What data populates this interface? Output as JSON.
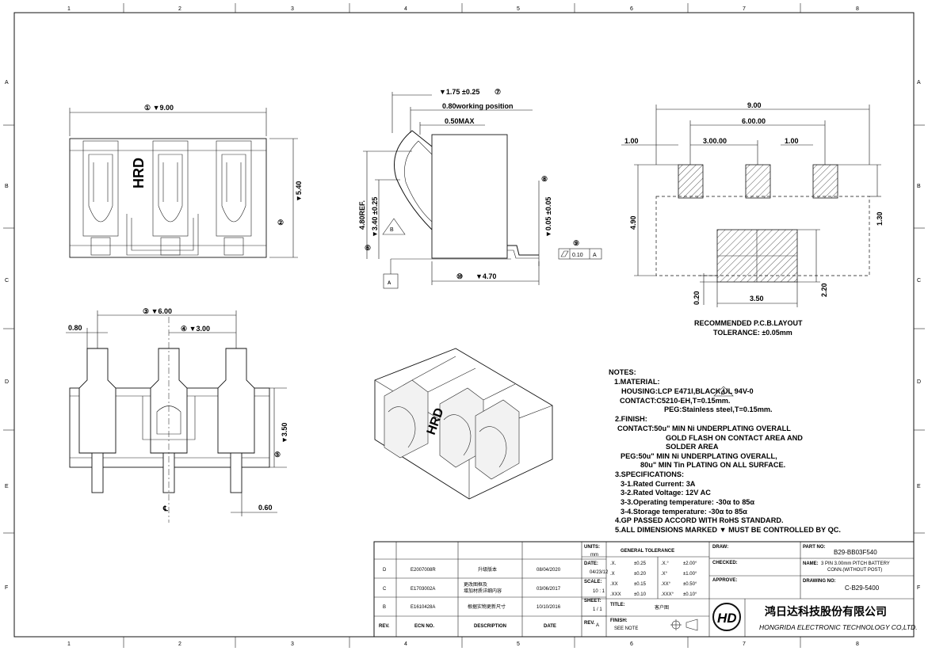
{
  "grid": {
    "columns": [
      "1",
      "2",
      "3",
      "4",
      "5",
      "6",
      "7",
      "8"
    ],
    "rows": [
      "A",
      "B",
      "C",
      "D",
      "E",
      "F"
    ]
  },
  "dims": {
    "front": {
      "width": "① ▼9.00",
      "height": "▼5.40",
      "height_tag": "②"
    },
    "side": {
      "d1": "▼1.75 ±0.25",
      "d1_tag": "⑦",
      "d2": "0.80working position",
      "d3": "0.50MAX",
      "d4": "4.80REF.",
      "d5": "▼3.40 ±0.25",
      "d5_tag": "⑥",
      "d6": "▼0.05 ±0.05",
      "d6_tag": "⑧",
      "d7": "▼4.70",
      "d7_tag": "⑩",
      "flat": "0.10",
      "flat_ref": "A",
      "flat_tag": "⑨",
      "datum": "A",
      "note_b": "B"
    },
    "bottom": {
      "pitch6": "③ ▼6.00",
      "pitch3": "④ ▼3.00",
      "d080": "0.80",
      "d350": "▼3.50",
      "d350_tag": "⑤",
      "d060": "0.60",
      "cl": "℄"
    },
    "pcb": {
      "w900": "9.00",
      "w600": "6.00.00",
      "w300": "3.00.00",
      "l100": "1.00",
      "r100": "1.00",
      "h490": "4.90",
      "h130": "1.30",
      "h020": "0.20",
      "w350": "3.50",
      "h220": "2.20"
    }
  },
  "iso": {
    "brand": "HRD"
  },
  "front_view": {
    "brand": "HRD"
  },
  "pcb_caption": [
    "RECOMMENDED  P.C.B.LAYOUT",
    "TOLERANCE: ±0.05mm"
  ],
  "notes": {
    "title": "NOTES:",
    "lines": [
      "1.MATERIAL:",
      "HOUSING:LCP E471I,BLACK,UL 94V-0",
      "CONTACT:C5210-EH,T=0.15mm.",
      "PEG:Stainless steel,T=0.15mm.",
      "2.FINISH:",
      "CONTACT:50u\" MIN Ni UNDERPLATING OVERALL",
      "GOLD FLASH ON CONTACT AREA AND",
      "SOLDER AREA",
      "PEG:50u\" MIN Ni UNDERPLATING OVERALL,",
      "80u\" MIN Tin PLATING ON ALL SURFACE.",
      "3.SPECIFICATIONS:",
      "3-1.Rated Current: 3A",
      "3-2.Rated Voltage: 12V AC",
      "3-3.Operating temperature: -30α  to 85α",
      "3-4.Storage temperature: -30α  to 85α",
      "4.GP PASSED ACCORD WITH RoHS STANDARD.",
      "5.ALL DIMENSIONS MARKED ▼ MUST BE CONTROLLED BY QC."
    ],
    "c_mark": "C"
  },
  "revisions": {
    "headers": [
      "REV.",
      "ECN NO.",
      "DESCRIPTION",
      "DATE"
    ],
    "rows": [
      [
        "D",
        "E2007008R",
        "升级版本",
        "08/04/2020"
      ],
      [
        "C",
        "E1703002A",
        "更改图框及|增加材质详细内容",
        "03/06/2017"
      ],
      [
        "B",
        "E1610428A",
        "根据实物更新尺寸",
        "10/10/2016"
      ]
    ]
  },
  "title_block": {
    "units_label": "UNITS:",
    "units_value": "mm",
    "date_label": "DATE:",
    "date_value": "04/23/12",
    "scale_label": "SCALE:",
    "scale_value": "10 : 1",
    "sheet_label": "SHEET:",
    "sheet_value": "1 / 1",
    "rev_label": "REV.",
    "rev_value": "A",
    "general_tol": "GENERAL TOLERANCE",
    "tol_rows": [
      [
        ".X.",
        "±0.25",
        ".X.°",
        "±2.00°"
      ],
      [
        ".X",
        "±0.20",
        ".X°",
        "±1.00°"
      ],
      [
        ".XX",
        "±0.15",
        ".XX°",
        "±0.50°"
      ],
      [
        ".XXX",
        "±0.10",
        ".XXX°",
        "±0.10°"
      ]
    ],
    "title_label": "TITLE:",
    "title_value": "客户图",
    "finish_label": "FINISH:",
    "finish_value": "SEE NOTE",
    "draw_label": "DRAW:",
    "checked_label": "CHECKED:",
    "approve_label": "APPROVE:",
    "part_no_label": "PART NO:",
    "part_no": "B29-BB03F540",
    "name_label": "NAME:",
    "name_value_1": "3 PIN 3.00mm PITCH BATTERY",
    "name_value_2": "CONN.(WITHOUT  POST)",
    "drawing_no_label": "DRAWING NO:",
    "drawing_no": "C-B29-5400",
    "company_cn": "鸿日达科技股份有限公司",
    "company_en": "HONGRIDA ELECTRONIC TECHNOLOGY CO,LTD.",
    "logo": "HD"
  }
}
